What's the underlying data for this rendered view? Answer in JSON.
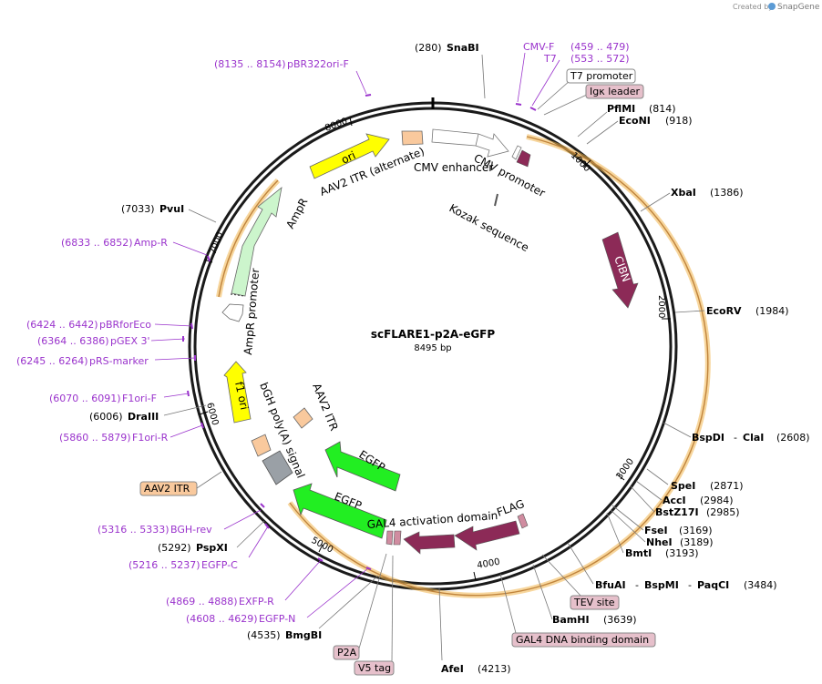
{
  "title": "scFLARE1-p2A-eGFP",
  "length": "8495 bp",
  "credit": "Created by",
  "credit_brand": "SnapGene",
  "ticks": [
    "1000",
    "2000",
    "3000",
    "4000",
    "5000",
    "6000",
    "7000",
    "8000"
  ],
  "sites": {
    "snabi": {
      "pos": "(280)",
      "name": "SnaBI"
    },
    "pflmi": {
      "name": "PflMI",
      "pos": "(814)"
    },
    "econi": {
      "name": "EcoNI",
      "pos": "(918)"
    },
    "xbai": {
      "name": "XbaI",
      "pos": "(1386)"
    },
    "ecorv": {
      "name": "EcoRV",
      "pos": "(1984)"
    },
    "bspdi": {
      "name": "BspDI",
      "sep": "- ",
      "name2": "ClaI",
      "pos": "(2608)"
    },
    "spei": {
      "name": "SpeI",
      "pos": "(2871)"
    },
    "acci": {
      "name": "AccI",
      "pos": "(2984)"
    },
    "bstz17i": {
      "name": "BstZ17I",
      "pos": "(2985)"
    },
    "fsei": {
      "name": "FseI",
      "pos": "(3169)"
    },
    "nhei": {
      "name": "NheI",
      "pos": "(3189)"
    },
    "bmti": {
      "name": "BmtI",
      "pos": "(3193)"
    },
    "bfuai": {
      "name": "BfuAI",
      "sep": "- ",
      "name2": "BspMI",
      "sep2": "- ",
      "name3": "PaqCI",
      "pos": "(3484)"
    },
    "bamhi": {
      "name": "BamHI",
      "pos": "(3639)"
    },
    "afei": {
      "name": "AfeI",
      "pos": "(4213)"
    },
    "bmgbi": {
      "pos": "(4535)",
      "name": "BmgBI"
    },
    "pspxi": {
      "pos": "(5292)",
      "name": "PspXI"
    },
    "draiii": {
      "pos": "(6006)",
      "name": "DraIII"
    },
    "pvui": {
      "pos": "(7033)",
      "name": "PvuI"
    }
  },
  "primers": {
    "cmvf": {
      "name": "CMV-F",
      "pos": "(459 .. 479)"
    },
    "t7": {
      "name": "T7",
      "pos": "(553 .. 572)"
    },
    "pbr322": {
      "pos": "(8135 .. 8154)",
      "name": "pBR322ori-F"
    },
    "ampr": {
      "pos": "(6833 .. 6852)",
      "name": "Amp-R"
    },
    "pbrforeco": {
      "pos": "(6424 .. 6442)",
      "name": "pBRforEco"
    },
    "pgex": {
      "pos": "(6364 .. 6386)",
      "name": "pGEX 3'"
    },
    "prs": {
      "pos": "(6245 .. 6264)",
      "name": "pRS-marker"
    },
    "f1orif": {
      "pos": "(6070 .. 6091)",
      "name": "F1ori-F"
    },
    "f1orir": {
      "pos": "(5860 .. 5879)",
      "name": "F1ori-R"
    },
    "bghrev": {
      "pos": "(5316 .. 5333)",
      "name": "BGH-rev"
    },
    "egfpc": {
      "pos": "(5216 .. 5237)",
      "name": "EGFP-C"
    },
    "exfpr": {
      "pos": "(4869 .. 4888)",
      "name": "EXFP-R"
    },
    "egfpn": {
      "pos": "(4608 .. 4629)",
      "name": "EGFP-N"
    }
  },
  "boxed_labels": {
    "t7_promoter": "T7 promoter",
    "igk_leader": "Igκ leader",
    "aav2_itr": "AAV2 ITR",
    "tev_site": "TEV site",
    "gal4_dbd": "GAL4 DNA binding domain",
    "p2a": "P2A",
    "v5_tag": "V5 tag"
  },
  "features": {
    "ori": "ori",
    "aav2_itr_alt": "AAV2 ITR (alternate)",
    "cmv_enhancer": "CMV enhancer",
    "cmv_promoter": "CMV promoter",
    "kozak": "Kozak sequence",
    "cibn": "CIBN",
    "ampr": "AmpR",
    "ampr_promoter": "AmpR promoter",
    "f1_ori": "f1 ori",
    "bgh": "bGH poly(A) signal",
    "aav2_itr_inner": "AAV2 ITR",
    "egfp_inner": "EGFP",
    "egfp_outer": "EGFP",
    "gal4_ad": "GAL4 activation domain",
    "flag": "FLAG"
  },
  "colors": {
    "backbone": "#1a1a1a",
    "orf": "#f0b44c",
    "maroon": "#8c2a57",
    "green": "#22ee22",
    "lightgreen": "#ccf5cc",
    "yellow": "#ffff00",
    "peach": "#f9c99d",
    "gray": "#9aa0a6",
    "primer": "#9a33cc",
    "pinkbox": "#e6c0cb",
    "peachbox": "#f9c99d"
  }
}
